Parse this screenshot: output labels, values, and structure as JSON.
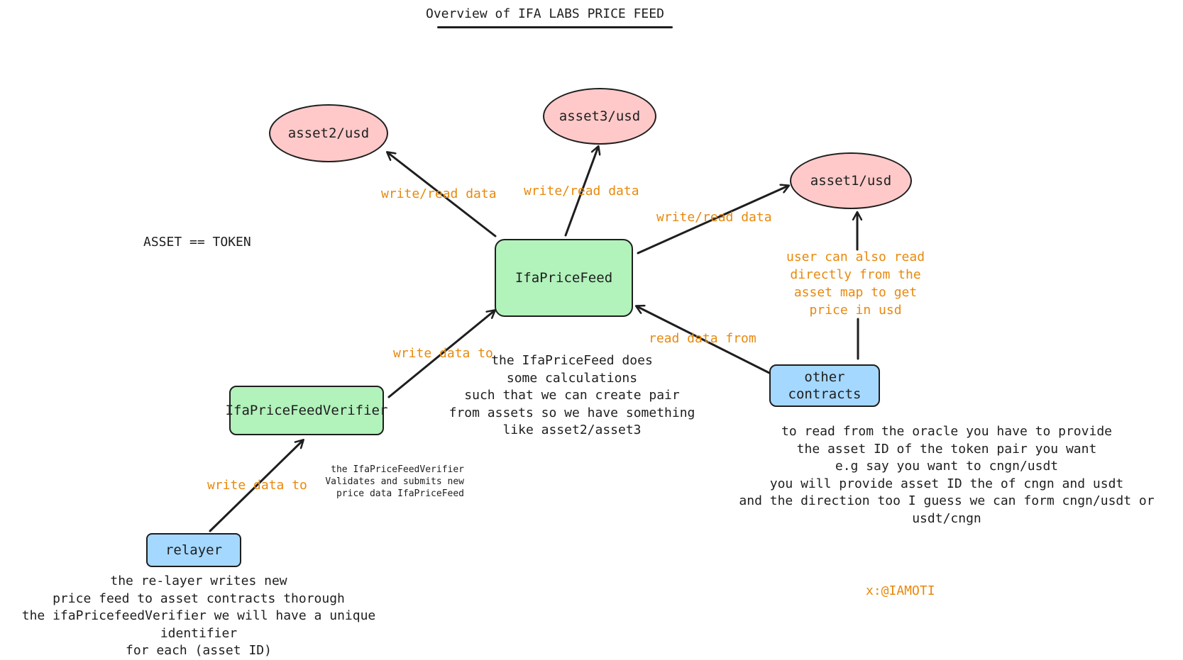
{
  "title": "Overview of IFA LABS PRICE FEED",
  "legend_note": "ASSET == TOKEN",
  "credit": "x:@IAMOTI",
  "colors": {
    "asset_fill": "#ffc9c9",
    "contract_fill": "#b2f2bb",
    "actor_fill": "#a5d8ff",
    "label_color": "#e8890c",
    "stroke": "#1e1e1e"
  },
  "nodes": {
    "asset2": "asset2/usd",
    "asset3": "asset3/usd",
    "asset1": "asset1/usd",
    "price_feed": "IfaPriceFeed",
    "verifier": "IfaPriceFeedVerifier",
    "relayer": "relayer",
    "other_contracts": "other\ncontracts"
  },
  "edge_labels": {
    "feed_asset2": "write/read data",
    "feed_asset3": "write/read data",
    "feed_asset1": "write/read data",
    "verifier_feed": "write data to",
    "relayer_verifier": "write data to",
    "other_feed": "read data from",
    "other_asset1": "user can also read\ndirectly from the\nasset map to get\nprice in usd"
  },
  "notes": {
    "price_feed_note": "the IfaPriceFeed does\nsome  calculations\nsuch that we can create pair\nfrom assets so we have something\nlike asset2/asset3",
    "verifier_note": "the IfaPriceFeedVerifier\nValidates and submits new\nprice data IfaPriceFeed",
    "relayer_note": "the re-layer writes new\nprice feed to asset contracts thorough\nthe ifaPricefeedVerifier we will have a unique identifier\nfor each (asset ID)",
    "oracle_note": "to read from the oracle you have to provide\nthe asset ID of the token pair you want\ne.g say you want to cngn/usdt\nyou will provide asset ID the of cngn and usdt\nand the direction too I guess we can form cngn/usdt or usdt/cngn"
  }
}
